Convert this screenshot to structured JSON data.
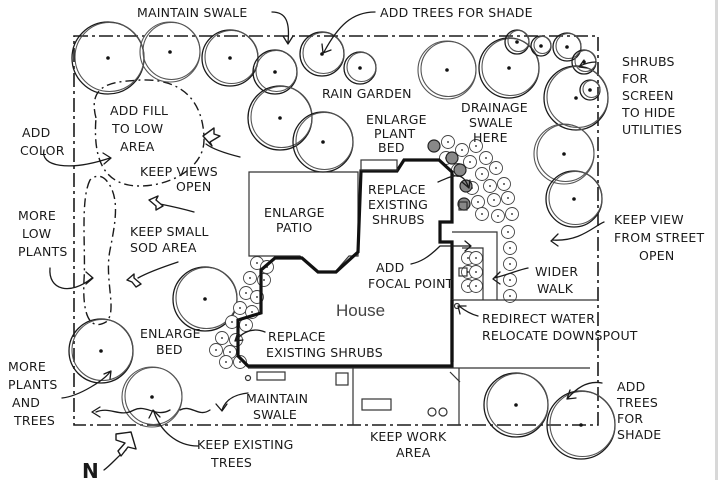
{
  "plan": {
    "title": "Landscape site plan",
    "house_label": "House",
    "north_label": "N",
    "labels": [
      {
        "id": "maintain-swale-top",
        "lines": [
          "MAINTAIN SWALE"
        ]
      },
      {
        "id": "add-trees-shade-top",
        "lines": [
          "ADD TREES FOR SHADE"
        ]
      },
      {
        "id": "rain-garden",
        "lines": [
          "RAIN GARDEN"
        ]
      },
      {
        "id": "shrubs-screen",
        "lines": [
          "SHRUBS",
          "FOR",
          "SCREEN",
          "TO HIDE",
          "UTILITIES"
        ]
      },
      {
        "id": "add-fill",
        "lines": [
          "ADD FILL",
          "TO LOW",
          "AREA"
        ]
      },
      {
        "id": "add-color",
        "lines": [
          "ADD",
          "COLOR"
        ]
      },
      {
        "id": "enlarge-plant-bed",
        "lines": [
          "ENLARGE",
          "PLANT",
          "BED"
        ]
      },
      {
        "id": "drainage-swale",
        "lines": [
          "DRAINAGE",
          "SWALE",
          "HERE"
        ]
      },
      {
        "id": "keep-views-open",
        "lines": [
          "KEEP VIEWS",
          "OPEN"
        ]
      },
      {
        "id": "enlarge-patio",
        "lines": [
          "ENLARGE",
          "PATIO"
        ]
      },
      {
        "id": "replace-shrubs-upper",
        "lines": [
          "REPLACE",
          "EXISTING",
          "SHRUBS"
        ]
      },
      {
        "id": "more-low-plants",
        "lines": [
          "MORE",
          "LOW",
          "PLANTS"
        ]
      },
      {
        "id": "keep-small-sod",
        "lines": [
          "KEEP SMALL",
          "SOD AREA"
        ]
      },
      {
        "id": "keep-view-street",
        "lines": [
          "KEEP VIEW",
          "FROM STREET",
          "OPEN"
        ]
      },
      {
        "id": "add-focal-point",
        "lines": [
          "ADD",
          "FOCAL POINT"
        ]
      },
      {
        "id": "wider-walk",
        "lines": [
          "WIDER",
          "WALK"
        ]
      },
      {
        "id": "enlarge-bed",
        "lines": [
          "ENLARGE",
          "BED"
        ]
      },
      {
        "id": "redirect-water",
        "lines": [
          "REDIRECT WATER",
          "RELOCATE DOWNSPOUT"
        ]
      },
      {
        "id": "replace-shrubs-lower",
        "lines": [
          "REPLACE",
          "EXISTING SHRUBS"
        ]
      },
      {
        "id": "more-plants-trees",
        "lines": [
          "MORE",
          "PLANTS",
          "AND",
          "TREES"
        ]
      },
      {
        "id": "maintain-swale-bottom",
        "lines": [
          "MAINTAIN",
          "SWALE"
        ]
      },
      {
        "id": "add-trees-shade-bottom",
        "lines": [
          "ADD",
          "TREES",
          "FOR",
          "SHADE"
        ]
      },
      {
        "id": "keep-existing-trees",
        "lines": [
          "KEEP EXISTING",
          "TREES"
        ]
      },
      {
        "id": "keep-work-area",
        "lines": [
          "KEEP WORK",
          "AREA"
        ]
      }
    ]
  }
}
